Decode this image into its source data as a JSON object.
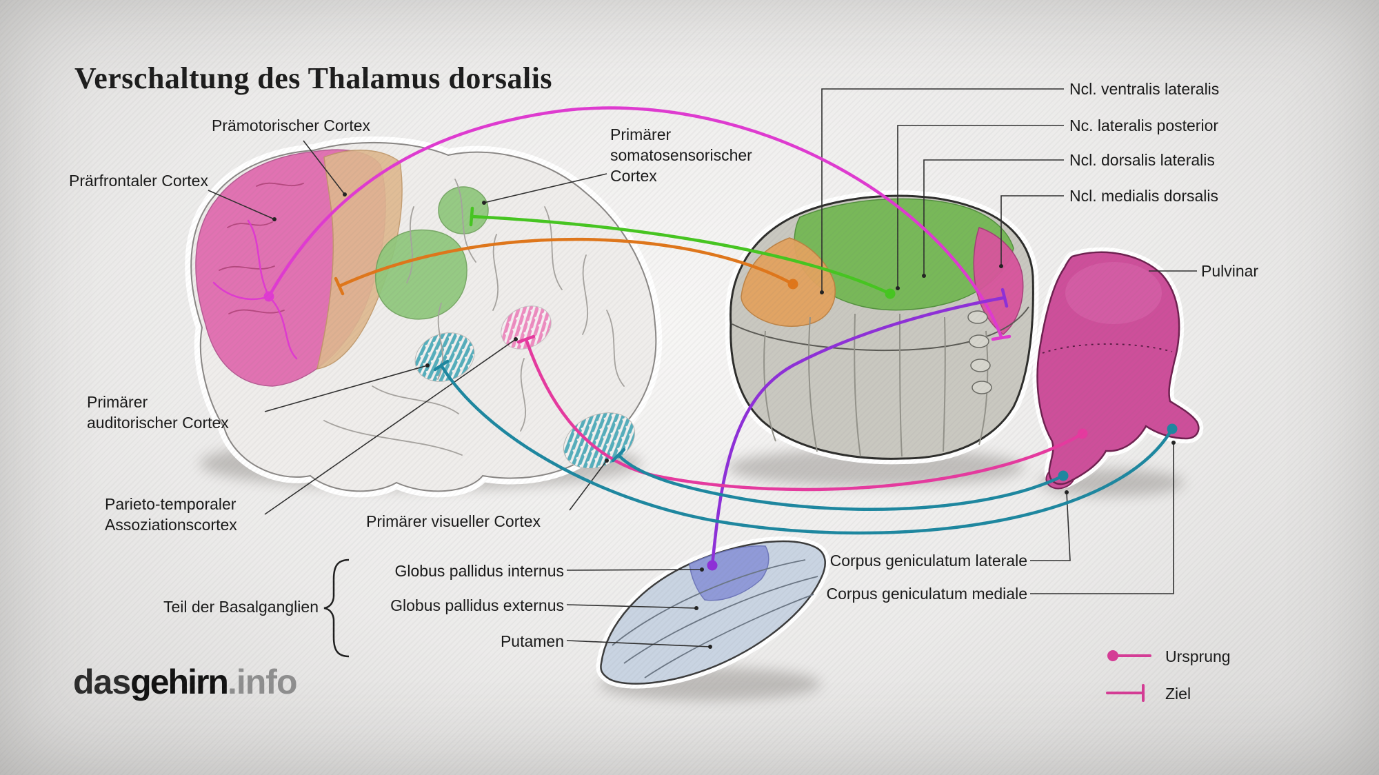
{
  "title": "Verschaltung des Thalamus dorsalis",
  "brand": {
    "part1": "das",
    "part2": "gehirn",
    "part3": ".info"
  },
  "labels": {
    "praemotorischer_cortex": "Prämotorischer Cortex",
    "praefrontaler_cortex": "Prärfrontaler Cortex",
    "somatosensorischer_cortex": {
      "line1": "Primärer",
      "line2": "somatosensorischer",
      "line3": "Cortex"
    },
    "ncl_ventralis_lateralis": "Ncl. ventralis lateralis",
    "nc_lateralis_posterior": "Nc. lateralis posterior",
    "ncl_dorsalis_lateralis": "Ncl. dorsalis lateralis",
    "ncl_medialis_dorsalis": "Ncl. medialis dorsalis",
    "pulvinar": "Pulvinar",
    "auditorischer_cortex": {
      "line1": "Primärer",
      "line2": "auditorischer Cortex"
    },
    "parieto_temporaler": {
      "line1": "Parieto-temporaler",
      "line2": "Assoziationscortex"
    },
    "visueller_cortex": "Primärer visueller Cortex",
    "globus_pallidus_internus": "Globus pallidus internus",
    "globus_pallidus_externus": "Globus pallidus externus",
    "putamen": "Putamen",
    "teil_der_basalganglien": "Teil der Basalganglien",
    "corpus_geniculatum_laterale": "Corpus geniculatum laterale",
    "corpus_geniculatum_mediale": "Corpus geniculatum mediale"
  },
  "legend": {
    "ursprung": "Ursprung",
    "ziel": "Ziel"
  },
  "colors": {
    "magenta": "#e03ad1",
    "pink_line": "#e6399f",
    "green_line": "#46c620",
    "orange_line": "#e0761a",
    "purple_line": "#8e2fd8",
    "teal_line": "#1d87a0",
    "legend_pink": "#d63c96",
    "cortex_pink": "#e068ae",
    "cortex_tan": "#dfb88f",
    "cortex_green": "#8fc87c",
    "thalamus_body": "#c9c8c0",
    "thalamus_green": "#74b854",
    "thalamus_orange": "#e3a360",
    "thalamus_pink": "#d8549d",
    "pulvinar_pink": "#cd4f9a",
    "basal_body": "#c9d4e2",
    "basal_purple": "#8d97d8",
    "stripe_teal": "#55aebc",
    "stripe_pink": "#ee8cc0"
  },
  "connections": [
    {
      "from": "praefrontaler_cortex",
      "to": "ncl_medialis_dorsalis",
      "color": "#e03ad1",
      "origin_marker": "dot",
      "target_marker": "bar"
    },
    {
      "from": "thalamus",
      "to": "somatosensorischer_cortex",
      "color": "#46c620",
      "origin_marker": "dot",
      "target_marker": "bar"
    },
    {
      "from": "thalamus",
      "to": "praemotorischer_cortex",
      "color": "#e0761a",
      "origin_marker": "dot",
      "target_marker": "bar"
    },
    {
      "from": "globus_pallidus_internus",
      "to": "thalamus",
      "color": "#8e2fd8",
      "origin_marker": "dot",
      "target_marker": "bar"
    },
    {
      "from": "pulvinar",
      "to": "parieto_temporaler",
      "color": "#e6399f",
      "origin_marker": "dot",
      "target_marker": "bar"
    },
    {
      "from": "corpus_geniculatum_mediale",
      "to": "auditorischer_cortex",
      "color": "#1d87a0",
      "origin_marker": "dot",
      "target_marker": "bar"
    },
    {
      "from": "corpus_geniculatum_laterale",
      "to": "visueller_cortex",
      "color": "#1d87a0",
      "origin_marker": "dot",
      "target_marker": "bar"
    }
  ]
}
